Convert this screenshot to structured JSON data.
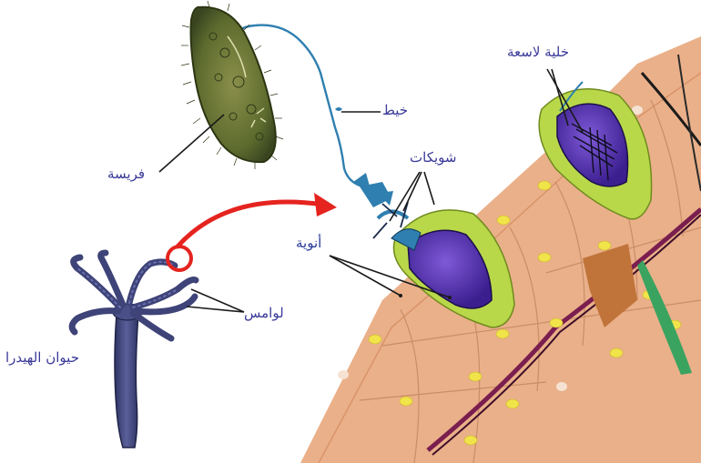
{
  "labels": {
    "prey": "فريسة",
    "thread": "خيط",
    "stinging_cell": "خلية لاسعة",
    "barbs": "شويكات",
    "capsules": "أنوية",
    "tentacles": "لوامس",
    "hydra": "حيوان الهيدرا"
  },
  "colors": {
    "label_prey": "#3b3a99",
    "label_thread": "#3b3a99",
    "label_stinging_cell": "#3b3a99",
    "label_barbs": "#3b3a99",
    "label_capsules": "#2a3a9a",
    "label_tentacles": "#3b3a99",
    "label_hydra": "#3b3a99",
    "arrow": "#e5241f",
    "tissue": "#eab089",
    "capsule_fill": "#5a34b5",
    "cnidocyte": "#b8d84a",
    "nucleus": "#f1e44a",
    "thread": "#2f7fb0"
  },
  "icons": {
    "prey": "paramecium-illustration",
    "hydra": "hydra-illustration",
    "arrow": "curved-red-arrow"
  }
}
